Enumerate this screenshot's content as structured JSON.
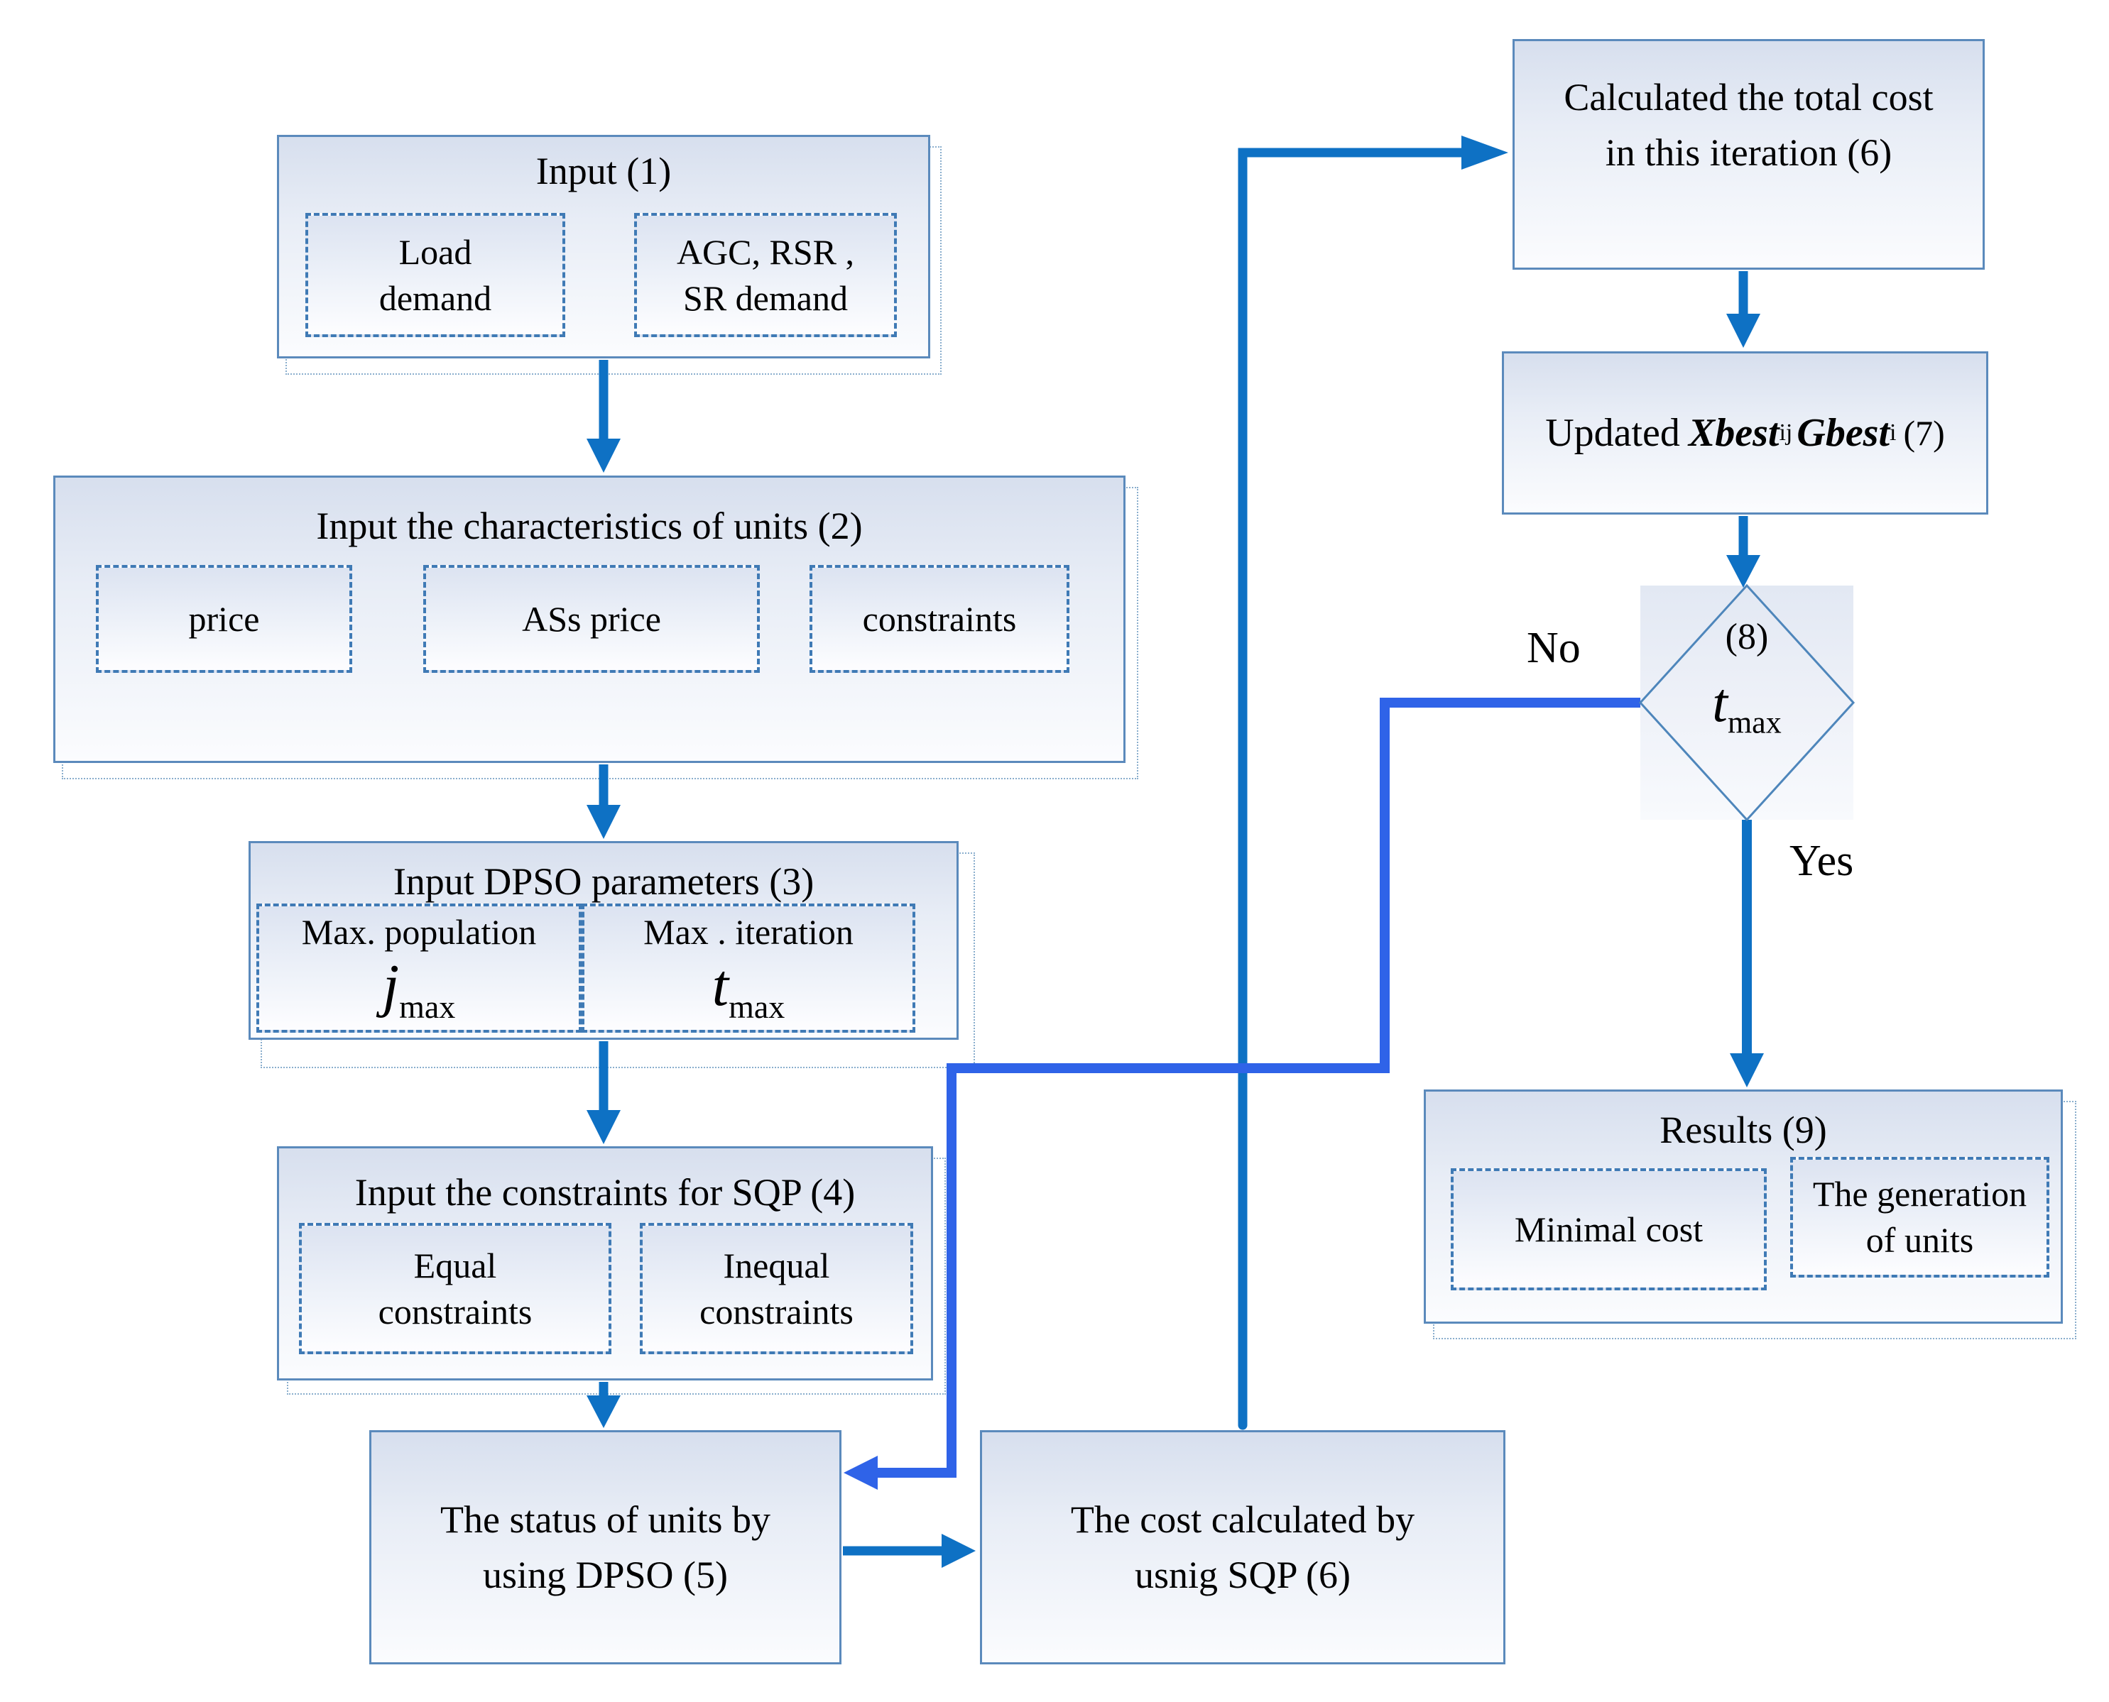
{
  "figure": {
    "type": "flowchart",
    "boxes": {
      "b1": {
        "title": "Input (1)",
        "items": [
          {
            "label": "Load\ndemand"
          },
          {
            "label": "AGC, RSR ,\nSR demand"
          }
        ]
      },
      "b2": {
        "title": "Input the characteristics of units (2)",
        "items": [
          {
            "label": "price"
          },
          {
            "label": "ASs price"
          },
          {
            "label": "constraints"
          }
        ]
      },
      "b3": {
        "title": "Input DPSO parameters (3)",
        "items": [
          {
            "label": "Max. population",
            "var": "j",
            "sub": "max"
          },
          {
            "label": "Max . iteration",
            "var": "t",
            "sub": "max"
          }
        ]
      },
      "b4": {
        "title": "Input the constraints for SQP (4)",
        "items": [
          {
            "label": "Equal\nconstraints"
          },
          {
            "label": "Inequal\nconstraints"
          }
        ]
      },
      "b5": {
        "label": "The status of units by\nusing DPSO (5)"
      },
      "b6": {
        "label": "The cost calculated by\nusnig SQP (6)"
      },
      "b7": {
        "label": "Calculated the total cost\nin this iteration (6)"
      },
      "b8": {
        "prefix": "Updated",
        "var1": "Xbest",
        "sub1": "ij",
        "var2": "Gbest",
        "sub2": "i",
        "suffix": "(7)"
      },
      "d8": {
        "num": "(8)",
        "var": "t",
        "sub": "max"
      },
      "b9": {
        "title": "Results (9)",
        "items": [
          {
            "label": "Minimal cost"
          },
          {
            "label": "The generation\nof units"
          }
        ]
      }
    },
    "labels": {
      "no": "No",
      "yes": "Yes"
    },
    "colors": {
      "process_arrow": "#0e71c4",
      "feedback_arrow": "#2f63e8",
      "box_border": "#5b8abc",
      "dash_border": "#3f7ab5",
      "diamond_border": "#4e86bb"
    }
  }
}
